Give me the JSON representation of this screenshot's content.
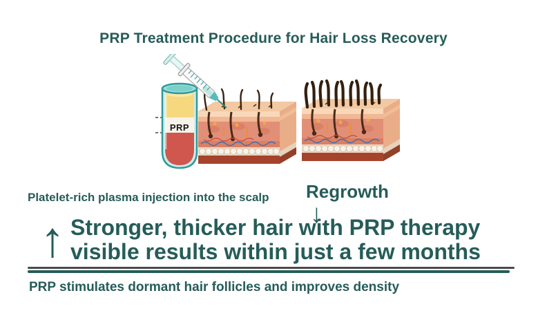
{
  "title": "PRP Treatment Procedure for Hair Loss Recovery",
  "illustration": {
    "tube_label": "PRP"
  },
  "caption": "Platelet-rich plasma injection into the scalp",
  "side_label": "Regrowth",
  "icons": {
    "up_arrow": "↑",
    "down_arrow": "↓"
  },
  "headline": {
    "line1": "Stronger, thicker hair with PRP therapy",
    "line2": "visible results within just a few months"
  },
  "bottom_note": "PRP stimulates dormant hair follicles and improves density",
  "colors": {
    "text_teal": "#265c59",
    "rule_grey": "#4a4a4a",
    "tube_cyan": "#cdeceb",
    "tube_outline": "#2d9a98",
    "plasma_yellow": "#f6d87e",
    "blood_red": "#cf574d",
    "skin_dermis": "#e28f77",
    "skin_top": "#f2c9a2",
    "muscle": "#a6432c",
    "hair_brown": "#3a2213"
  }
}
